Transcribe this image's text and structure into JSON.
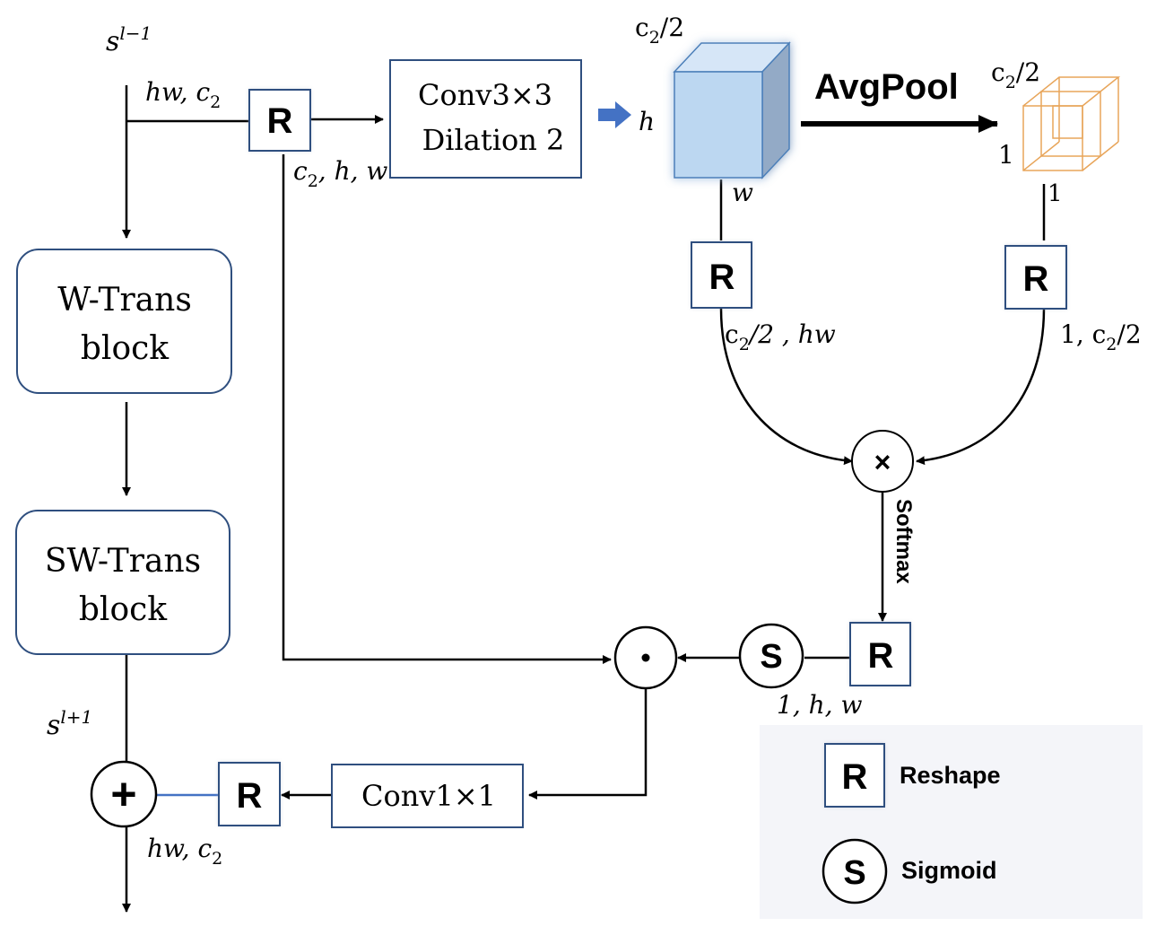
{
  "labels": {
    "s_in_base": "s",
    "s_in_sup": "l−1",
    "s_out_base": "s",
    "s_out_sup": "l+1",
    "dim_in": "hw, c",
    "dim_in_sub": "2",
    "dim_r1": "c",
    "dim_r1_sub": "2",
    "dim_r1_rest": ", h, w",
    "cube_top": "c",
    "cube_top_sub": "2",
    "cube_top_rest": "/2",
    "cube_h": "h",
    "cube_w": "w",
    "pool_top": "c",
    "pool_top_sub": "2",
    "pool_top_rest": "/2",
    "pool_left": "1",
    "pool_bottom": "1",
    "dim_r2_a": "c",
    "dim_r2_sub": "2",
    "dim_r2_rest": "/2 , hw",
    "dim_r3_a": "1, c",
    "dim_r3_sub": "2",
    "dim_r3_rest": "/2",
    "dim_r4": "1, h, w",
    "dim_out": "hw, c",
    "dim_out_sub": "2"
  },
  "blocks": {
    "w_trans_line1": "W-Trans",
    "w_trans_line2": "block",
    "sw_trans_line1": "SW-Trans",
    "sw_trans_line2": "block",
    "conv3_line1": "Conv3×3",
    "conv3_line2": "Dilation 2",
    "conv1": "Conv1×1"
  },
  "ops": {
    "reshape": "R",
    "sigmoid": "S",
    "multiply": "×",
    "dot": "⊙",
    "add": "+",
    "avgpool": "AvgPool",
    "softmax": "Softmax"
  },
  "legend": {
    "reshape_label": "Reshape",
    "sigmoid_label": "Sigmoid"
  },
  "colors": {
    "box_border": "#2f4f7f",
    "cube_front": "#bcd7f1",
    "cube_side": "#93aac6",
    "cube_top": "#d6e6f7",
    "pool_cube": "#e8a55a",
    "arrow_blue": "#4472c4",
    "legend_bg": "#f4f5f9"
  }
}
